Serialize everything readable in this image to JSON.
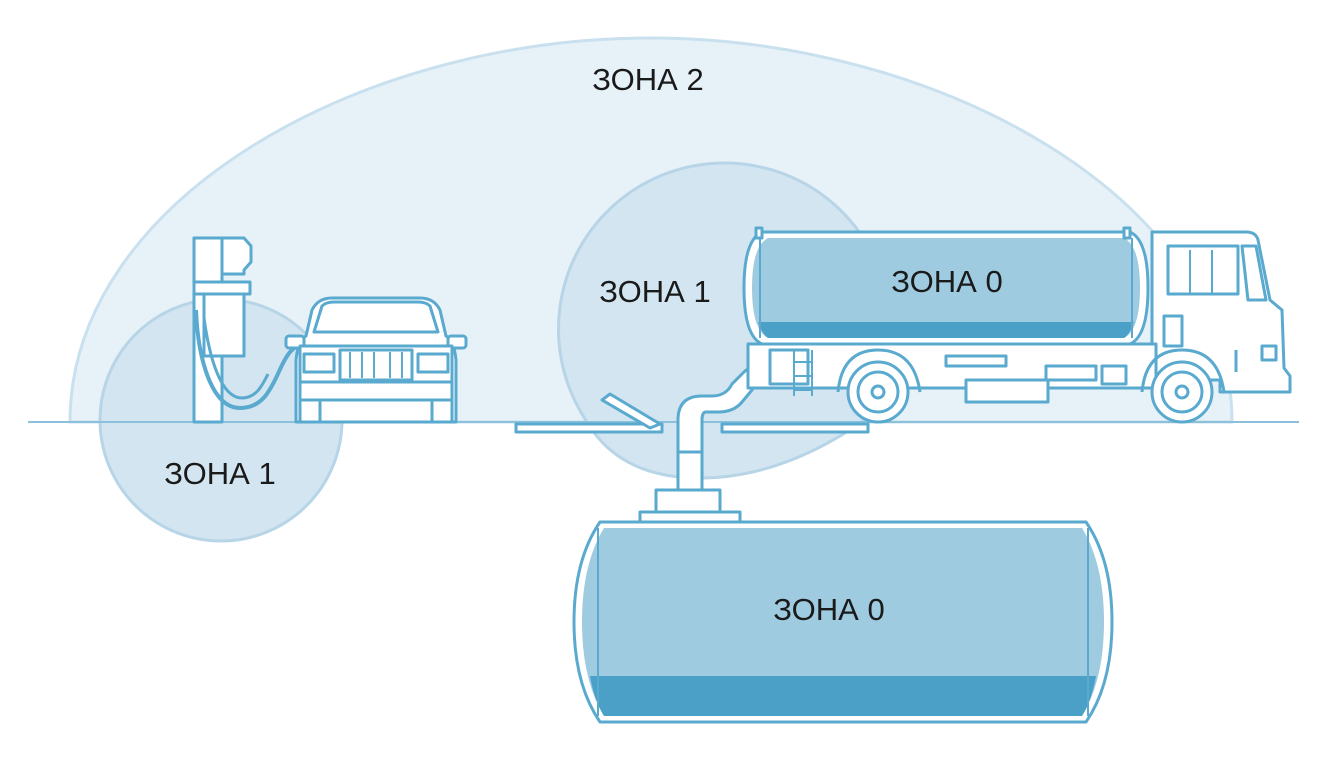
{
  "zones": {
    "zone2_label": "ЗОНА 2",
    "zone1_dispenser_label": "ЗОНА 1",
    "zone1_inlet_label": "ЗОНА 1",
    "zone0_truck_label": "ЗОНА 0",
    "zone0_tank_label": "ЗОНА 0"
  },
  "colors": {
    "zone2_fill": "#e7f1f8",
    "zone2_stroke": "#c9e0ee",
    "zone1_fill": "#d2e5f0",
    "zone1_stroke": "#b7d5e7",
    "zone0_fill": "#9ecbe0",
    "liquid": "#4aa0c6",
    "outline": "#5aa9cf",
    "ground": "#8cc1dc"
  }
}
